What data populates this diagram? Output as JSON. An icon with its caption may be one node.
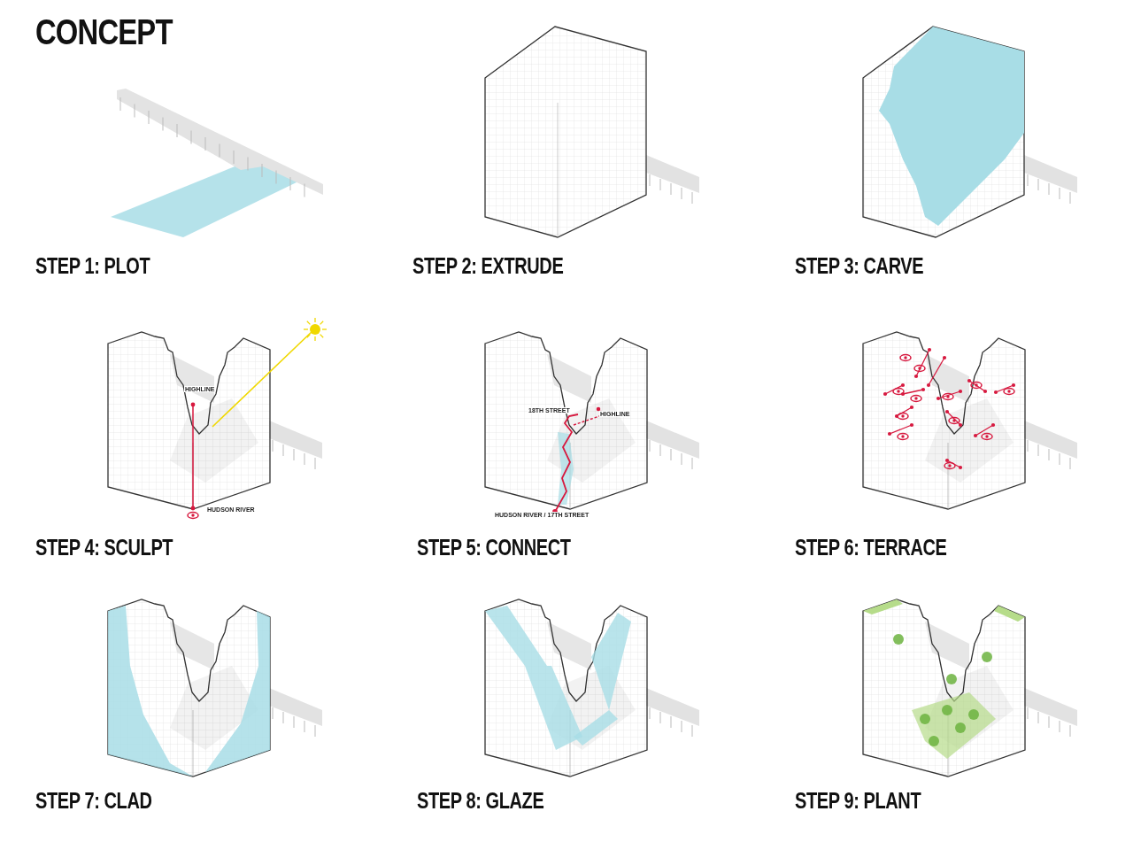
{
  "diagram": {
    "title": "CONCEPT",
    "labels": [
      "STEP 1: PLOT",
      "STEP 2: EXTRUDE",
      "STEP 3: CARVE",
      "HIGHLINE",
      "HUDSON RIVER",
      "STEP 4: SCULPT",
      "18TH STREET",
      "HIGHLINE",
      "HUDSON RIVER / 17TH STREET",
      "STEP 5: CONNECT",
      "STEP 6: TERRACE",
      "STEP 7: CLAD",
      "STEP 8: GLAZE",
      "STEP 9: PLANT"
    ]
  }
}
